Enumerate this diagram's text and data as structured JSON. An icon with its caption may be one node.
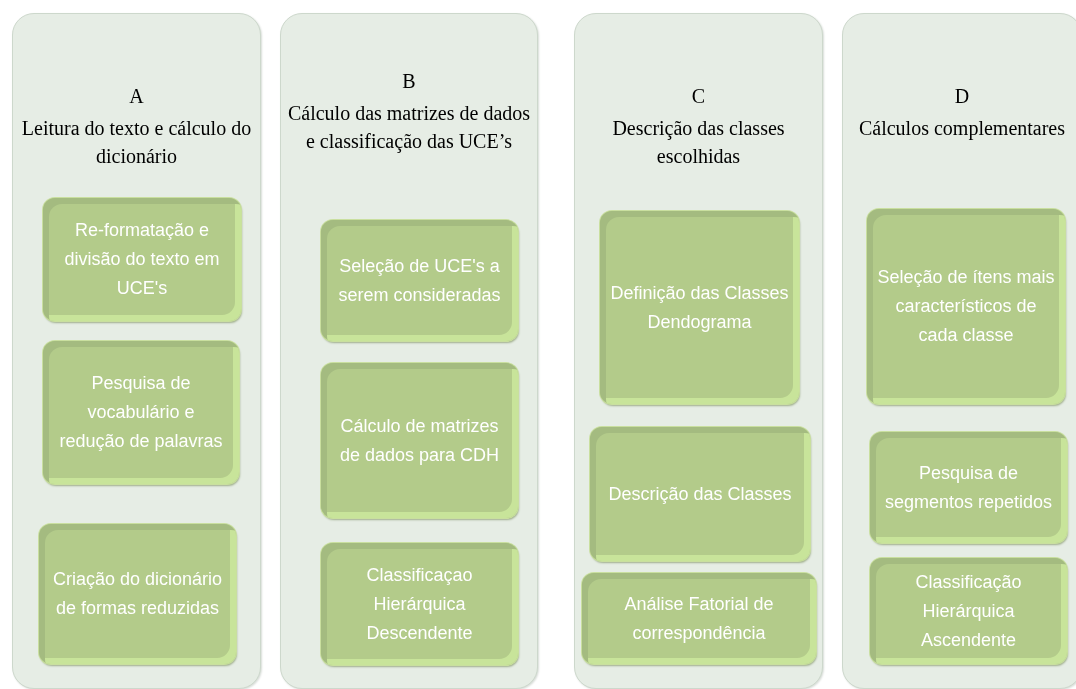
{
  "diagram": {
    "nodes": [
      {
        "text": [
          "A",
          "Leitura do texto e cálculo do dicionário"
        ]
      },
      {
        "text": [
          "Re-formatação e divisão do texto em UCE's"
        ],
        "in": 0
      },
      {
        "text": [
          "Pesquisa de vocabulário e redução de palavras"
        ],
        "in": 0
      },
      {
        "text": [
          "Criação do dicionário de formas reduzidas"
        ],
        "in": 0
      },
      {
        "text": [
          "B",
          "Cálculo das matrizes de dados e classificação das UCE’s"
        ]
      },
      {
        "text": [
          "Seleção de UCE's a serem consideradas"
        ],
        "in": 4
      },
      {
        "text": [
          "Cálculo de matrizes de dados para CDH"
        ],
        "in": 4
      },
      {
        "text": [
          "Classificaçao Hierárquica Descendente"
        ],
        "in": 4
      },
      {
        "text": [
          "C",
          "Descrição das classes escolhidas"
        ]
      },
      {
        "text": [
          "Definição das Classes Dendograma"
        ],
        "in": 8
      },
      {
        "text": [
          "Descrição das Classes"
        ],
        "in": 8
      },
      {
        "text": [
          "Análise Fatorial de correspondência"
        ],
        "in": 8
      },
      {
        "text": [
          "D",
          "Cálculos complementares"
        ]
      },
      {
        "text": [
          "Seleção de ítens mais característicos de cada classe"
        ],
        "in": 12
      },
      {
        "text": [
          "Pesquisa de segmentos repetidos"
        ],
        "in": 12
      },
      {
        "text": [
          "Classificação Hierárquica Ascendente"
        ],
        "in": 12
      }
    ]
  }
}
